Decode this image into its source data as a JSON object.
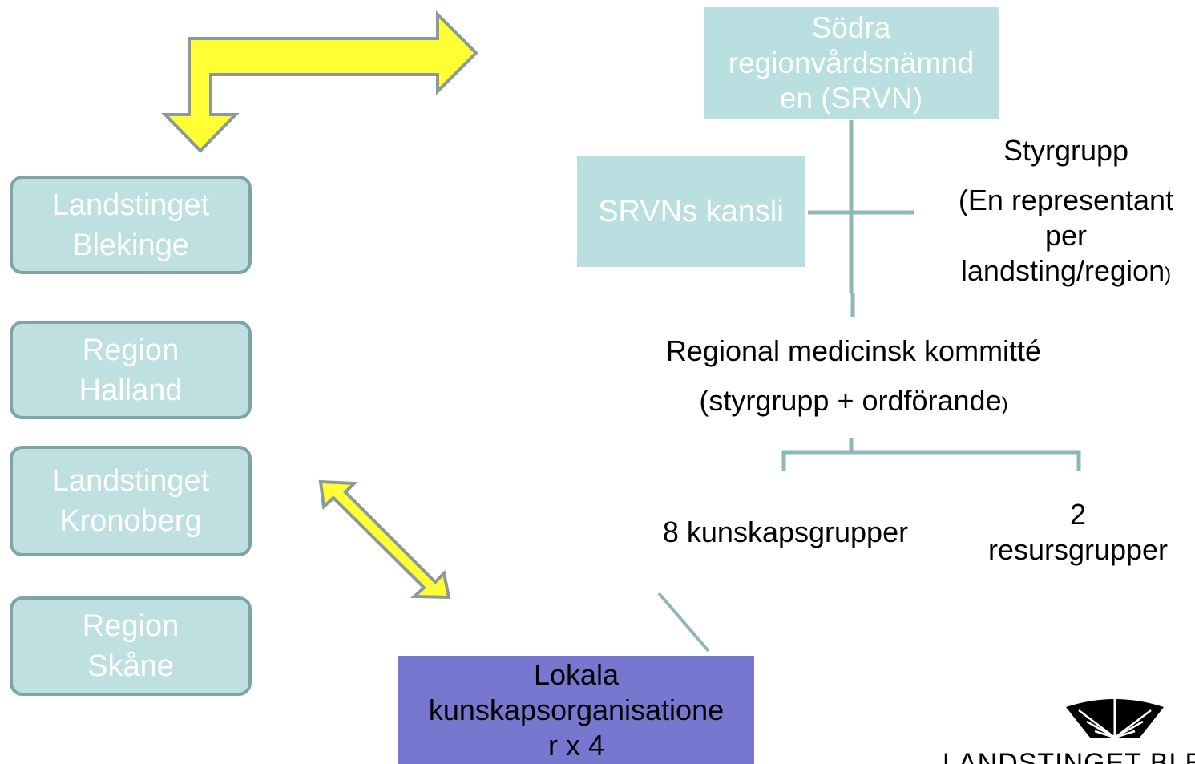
{
  "regions": [
    {
      "line1": "Landstinget",
      "line2": "Blekinge"
    },
    {
      "line1": "Region",
      "line2": "Halland"
    },
    {
      "line1": "Landstinget",
      "line2": "Kronoberg"
    },
    {
      "line1": "Region",
      "line2": "Skåne"
    }
  ],
  "srvn": {
    "line1": "Södra",
    "line2": "regionvårdsnämnd",
    "line3": "en (SRVN)"
  },
  "kansli": "SRVNs kansli",
  "styrgrupp": {
    "title": "Styrgrupp",
    "line1": "(En representant",
    "line2": "per",
    "line3": "landsting/region",
    "close": ")"
  },
  "rmk": {
    "title": "Regional medicinsk kommitté",
    "sub": "(styrgrupp + ordförande",
    "close": ")"
  },
  "kunskap": "8 kunskapsgrupper",
  "resurs": {
    "line1": "2",
    "line2": "resursgrupper"
  },
  "lokala": {
    "line1": "Lokala",
    "line2": "kunskapsorganisatione",
    "line3": "r x 4"
  },
  "logo_text": "LANDSTINGET BLEKINGE",
  "colors": {
    "region_fill": "#bfe0e1",
    "region_border": "#7fa3a6",
    "teal_fill": "#b9dfe0",
    "connector": "#8fb6b9",
    "arrow_fill": "#ffff33",
    "arrow_outline": "#8a9a9c",
    "lokala_fill": "#7777d0"
  }
}
